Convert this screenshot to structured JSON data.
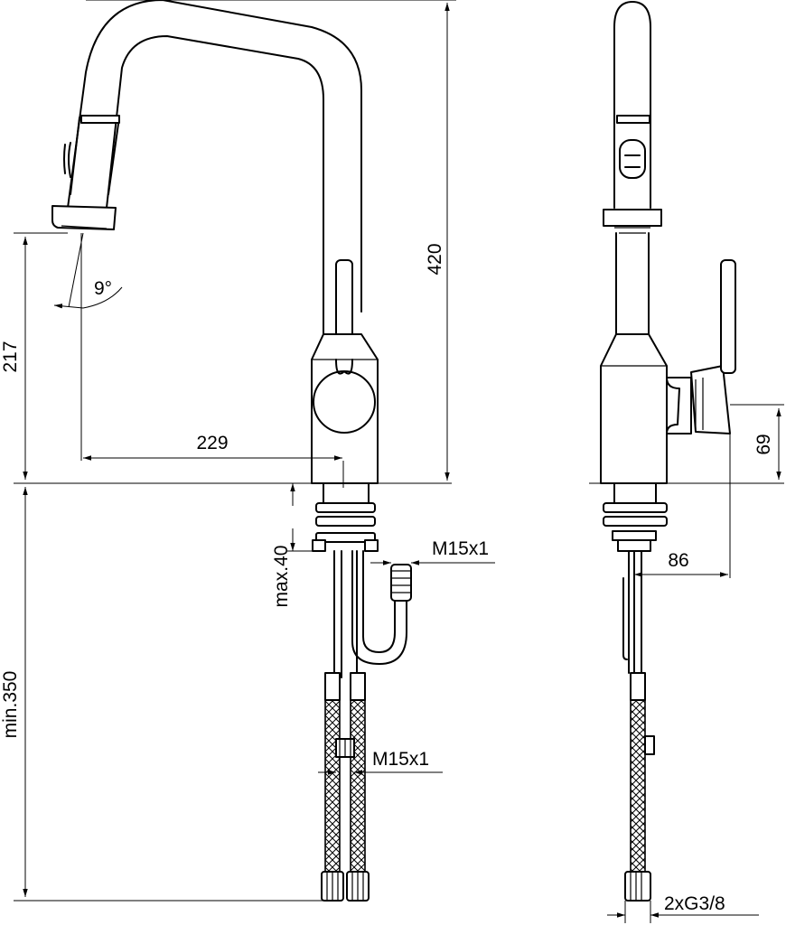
{
  "dimensions": {
    "total_height": "420",
    "spout_height": "217",
    "spout_reach": "229",
    "spray_angle": "9°",
    "max_countertop_thickness": "max.40",
    "min_hose_length": "min.350",
    "hose_outlet_thread": "M15x1",
    "supply_hose_thread": "M15x1",
    "handle_height": "69",
    "handle_depth": "86",
    "supply_connection": "2xG3/8"
  }
}
